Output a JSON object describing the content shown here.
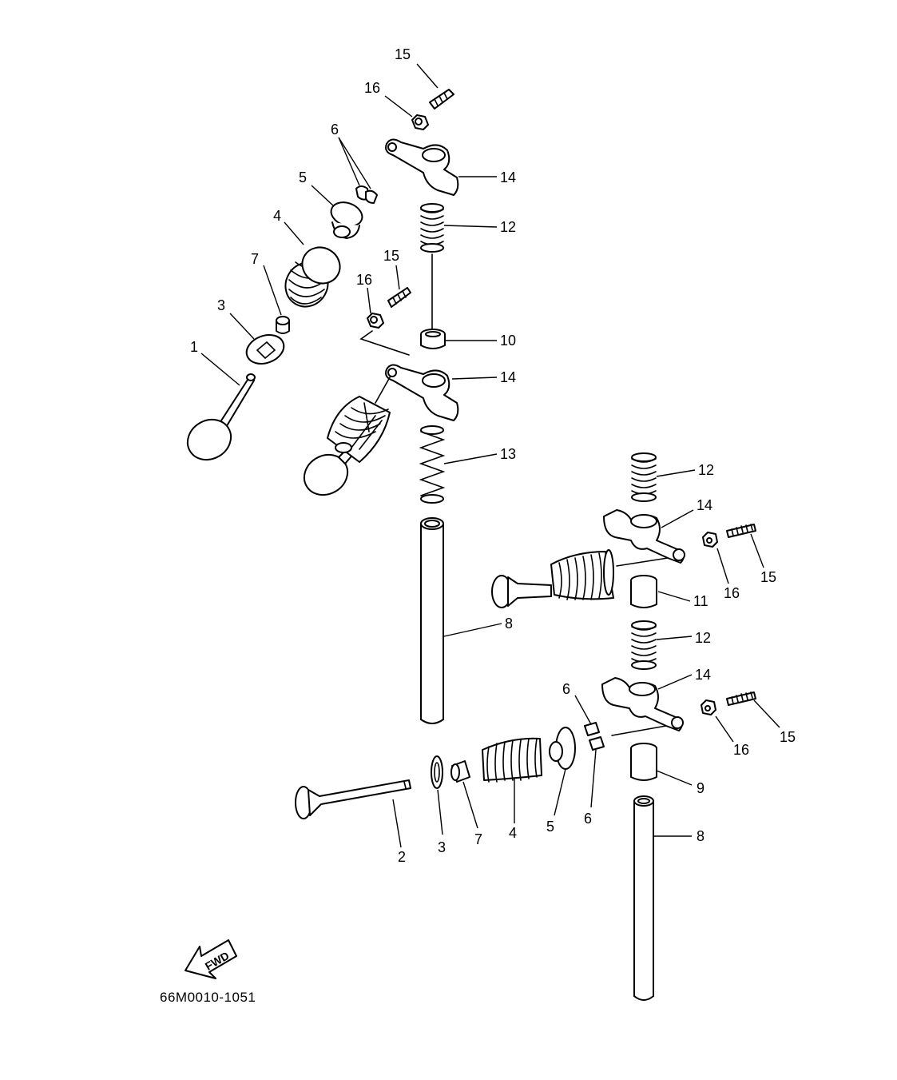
{
  "diagram": {
    "drawing_code": "66M0010-1051",
    "direction_label": "FWD",
    "callouts": [
      "1",
      "2",
      "3",
      "4",
      "5",
      "6",
      "7",
      "8",
      "9",
      "10",
      "11",
      "12",
      "13",
      "14",
      "15",
      "16"
    ],
    "labels": {
      "c15a": "15",
      "c16a": "16",
      "c6a": "6",
      "c5a": "5",
      "c4a": "4",
      "c7a": "7",
      "c3a": "3",
      "c1a": "1",
      "c14a": "14",
      "c12a": "12",
      "c15b": "15",
      "c16b": "16",
      "c10a": "10",
      "c14b": "14",
      "c13a": "13",
      "c12b": "12",
      "c14c": "14",
      "c16c": "16",
      "c15c": "15",
      "c11a": "11",
      "c8a": "8",
      "c12c": "12",
      "c14d": "14",
      "c6b": "6",
      "c16d": "16",
      "c15d": "15",
      "c9a": "9",
      "c8b": "8",
      "c2a": "2",
      "c3b": "3",
      "c7b": "7",
      "c4b": "4",
      "c5b": "5",
      "c6c": "6"
    }
  }
}
